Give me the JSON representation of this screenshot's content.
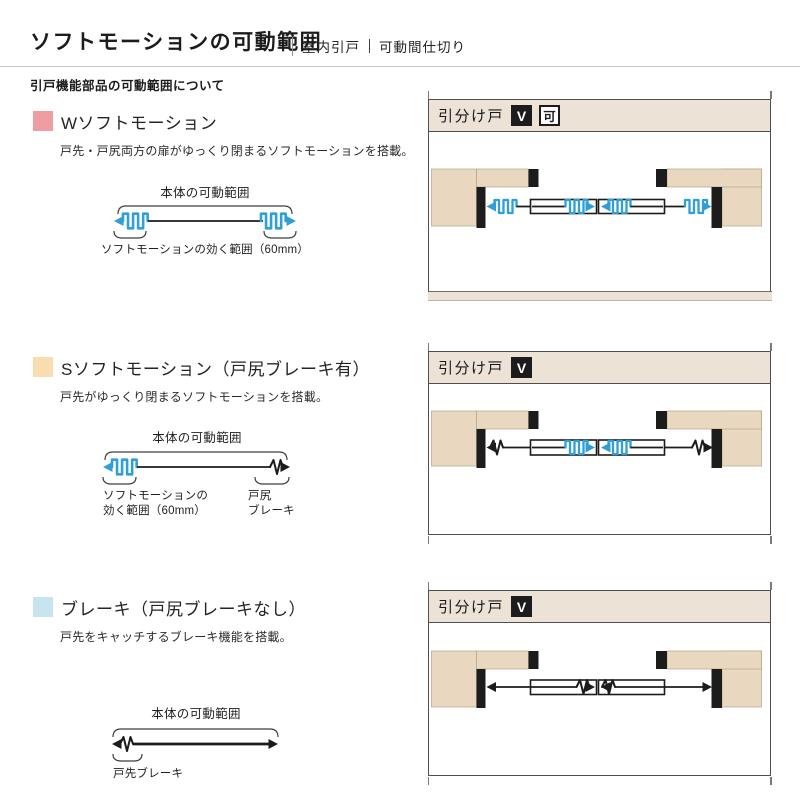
{
  "header": {
    "title": "ソフトモーションの可動範囲",
    "category_tags": [
      "室内引戸",
      "可動間仕切り"
    ],
    "subtitle": "引戸機能部品の可動範囲について"
  },
  "sections": [
    {
      "heading": "Wソフトモーション",
      "description": "戸先・戸尻両方の扉がゆっくり閉まるソフトモーションを搭載。",
      "diagram": {
        "range_label": "本体の可動範囲",
        "effect_label": "ソフトモーションの効く範囲（60mm）"
      }
    },
    {
      "heading": "Sソフトモーション（戸尻ブレーキ有）",
      "description": "戸先がゆっくり閉まるソフトモーションを搭載。",
      "diagram": {
        "range_label": "本体の可動範囲",
        "effect_label_line1": "ソフトモーションの",
        "effect_label_line2": "効く範囲（60mm）",
        "rear_brake_label_line1": "戸尻",
        "rear_brake_label_line2": "ブレーキ"
      }
    },
    {
      "heading": "ブレーキ（戸尻ブレーキなし）",
      "description": "戸先をキャッチするブレーキ機能を搭載。",
      "diagram": {
        "range_label": "本体の可動範囲",
        "front_brake_label": "戸先ブレーキ"
      }
    }
  ],
  "panels": [
    {
      "title": "引分け戸",
      "badges": [
        {
          "label": "V",
          "style": "solid"
        },
        {
          "label": "可",
          "style": "outline"
        }
      ]
    },
    {
      "title": "引分け戸",
      "badges": [
        {
          "label": "V",
          "style": "solid"
        }
      ]
    },
    {
      "title": "引分け戸",
      "badges": [
        {
          "label": "V",
          "style": "solid"
        }
      ]
    }
  ],
  "icons": {
    "soft_motion_coil": "soft-motion-coil-icon",
    "brake_zigzag": "brake-zigzag-icon"
  },
  "colors": {
    "accent_blue": "#2f9fd6",
    "ink": "#1c1c1c",
    "wall_beige": "#e9d8bf",
    "panel_header_bg": "#ece3d6",
    "marker_pink": "#f09da1",
    "marker_tan": "#f8ddb0",
    "marker_blue": "#c8e4ee",
    "border_gray": "#4f4f4f"
  }
}
